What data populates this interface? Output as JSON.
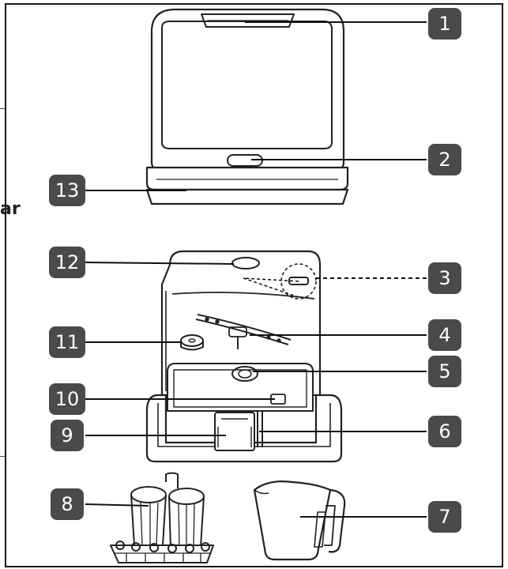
{
  "side_text": "ar",
  "callouts": [
    {
      "id": "1"
    },
    {
      "id": "2"
    },
    {
      "id": "3"
    },
    {
      "id": "4"
    },
    {
      "id": "5"
    },
    {
      "id": "6"
    },
    {
      "id": "7"
    },
    {
      "id": "8"
    },
    {
      "id": "9"
    },
    {
      "id": "10"
    },
    {
      "id": "11"
    },
    {
      "id": "12"
    },
    {
      "id": "13"
    }
  ],
  "colors": {
    "badge": "#4a4a4a",
    "line": "#111111",
    "drawing": "#222222"
  }
}
